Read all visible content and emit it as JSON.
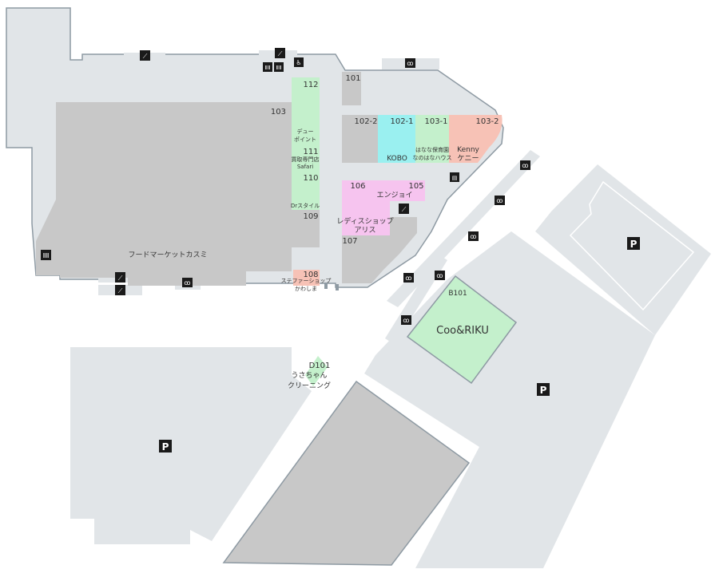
{
  "colors": {
    "structure": "#e1e5e8",
    "store_grey": "#c8c8c8",
    "green": "#c4f0cc",
    "cyan": "#9af0f0",
    "salmon": "#f7c2b6",
    "pink": "#f6c4ef",
    "road": "#ffffff",
    "outline": "#8e9aa3",
    "icon": "#1a1a1a"
  },
  "stores": {
    "s101": {
      "num": "101"
    },
    "s102_2": {
      "num": "102-2"
    },
    "s102_1": {
      "num": "102-1",
      "name": "KOBO"
    },
    "s103_1": {
      "num": "103-1",
      "name_l1": "はなな保育園",
      "name_l2": "なのはなハウス"
    },
    "s103_2": {
      "num": "103-2",
      "name_l1": "Kenny",
      "name_l2": "ケニー"
    },
    "s103": {
      "num": "103",
      "name": "フードマーケットカスミ"
    },
    "s112": {
      "num": "112",
      "name_l1": "デュー",
      "name_l2": "ポイント"
    },
    "s111": {
      "num": "111",
      "name_l1": "買取専門店",
      "name_l2": "Safari"
    },
    "s110": {
      "num": "110",
      "name": "Drスタイル"
    },
    "s109": {
      "num": "109"
    },
    "s108": {
      "num": "108",
      "name_l1": "ステファーショップ",
      "name_l2": "かわしま"
    },
    "s106": {
      "num": "106",
      "name_l1": "レディスショップ",
      "name_l2": "アリス"
    },
    "s105": {
      "num": "105",
      "name": "エンジョイ"
    },
    "s107": {
      "num": "107"
    },
    "sB101": {
      "num": "B101",
      "name": "Coo&RIKU"
    },
    "sD101": {
      "num": "D101",
      "name_l1": "うさちゃん",
      "name_l2": "クリーニング"
    }
  },
  "icons": {
    "parking": "P",
    "toilet": "toilet-icon",
    "stairs": "stairs-icon",
    "bicycle": "bicycle-icon",
    "atm": "atm-icon",
    "accessible": "accessible-icon"
  }
}
